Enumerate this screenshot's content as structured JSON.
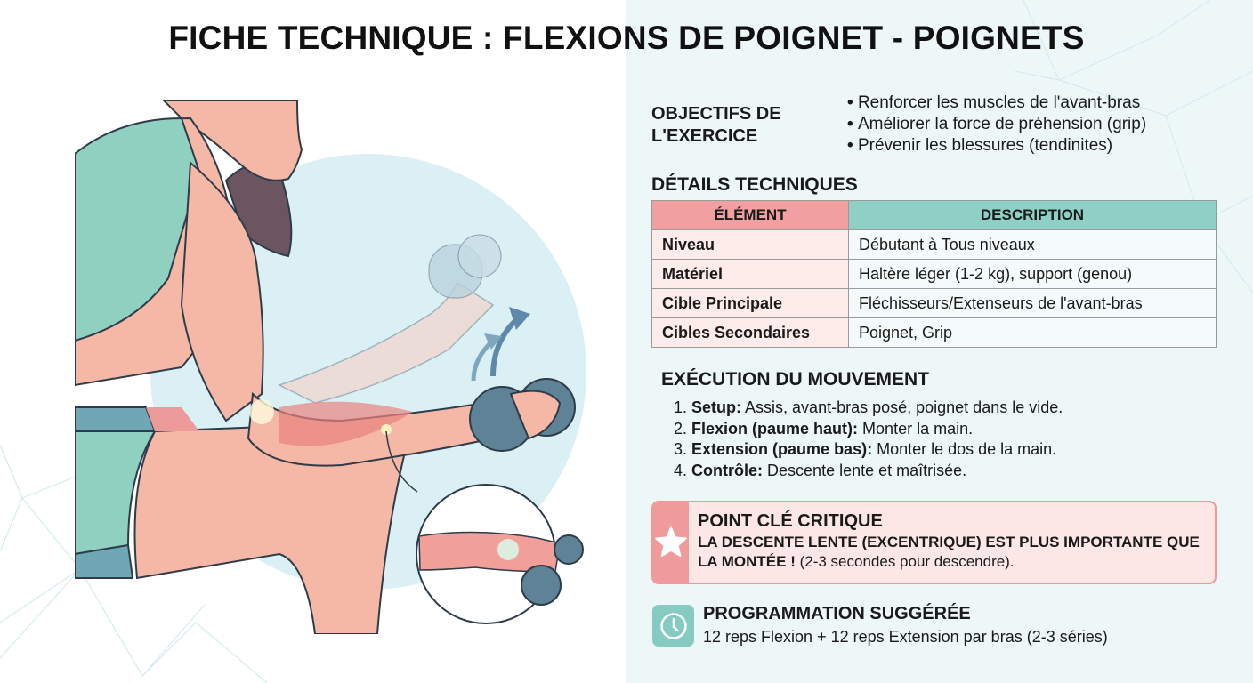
{
  "title": "FICHE TECHNIQUE : FLEXIONS DE POIGNET - POIGNETS",
  "objectives": {
    "label": "OBJECTIFS DE L'EXERCICE",
    "items": [
      "Renforcer les muscles de l'avant-bras",
      "Améliorer la force de préhension (grip)",
      "Prévenir les blessures (tendinites)"
    ]
  },
  "details": {
    "title": "DÉTAILS TECHNIQUES",
    "columns": [
      "ÉLÉMENT",
      "DESCRIPTION"
    ],
    "rows": [
      {
        "element": "Niveau",
        "description": "Débutant à Tous niveaux"
      },
      {
        "element": "Matériel",
        "description": "Haltère léger (1-2 kg), support (genou)"
      },
      {
        "element": "Cible Principale",
        "description": "Fléchisseurs/Extenseurs de l'avant-bras"
      },
      {
        "element": "Cibles Secondaires",
        "description": "Poignet, Grip"
      }
    ]
  },
  "execution": {
    "title": "EXÉCUTION DU MOUVEMENT",
    "steps": [
      {
        "num": "1.",
        "label": "Setup:",
        "text": " Assis, avant-bras posé, poignet dans le vide."
      },
      {
        "num": "2.",
        "label": "Flexion (paume haut):",
        "text": " Monter la main."
      },
      {
        "num": "3.",
        "label": "Extension (paume bas):",
        "text": " Monter le dos de la main."
      },
      {
        "num": "4.",
        "label": "Contrôle:",
        "text": " Descente lente et maîtrisée."
      }
    ]
  },
  "keypoint": {
    "icon": "star-icon",
    "title": "POINT CLÉ CRITIQUE",
    "bold_text": "LA DESCENTE LENTE (EXCENTRIQUE) EST PLUS IMPORTANTE QUE LA MONTÉE !",
    "text": " (2-3 secondes pour descendre)."
  },
  "programmation": {
    "icon": "clock-icon",
    "title": "PROGRAMMATION SUGGÉRÉE",
    "text": "12 reps Flexion + 12 reps Extension par bras (2-3 séries)"
  },
  "colors": {
    "right_bg": "#eef7f8",
    "pink_header": "#f0a0a0",
    "teal_header": "#8fd0c6",
    "pink_cell": "#fdecea",
    "keypoint_bg": "#fde7e6",
    "keypoint_accent": "#ef9b9b",
    "teal_icon": "#85cbc1"
  }
}
